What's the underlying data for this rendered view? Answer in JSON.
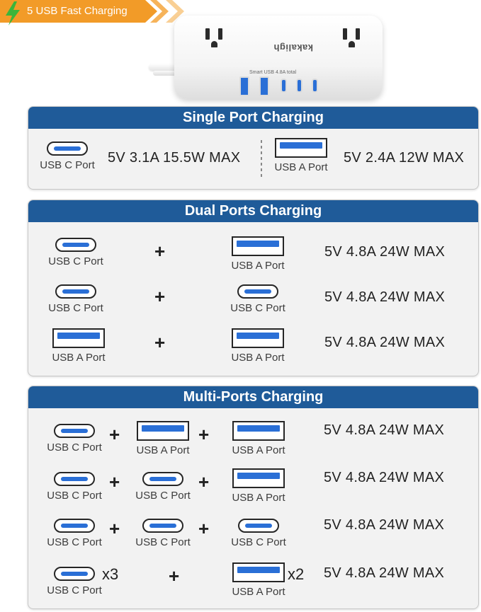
{
  "banner": {
    "text": "5 USB Fast Charging",
    "colors": {
      "primary": "#f29b28",
      "bolt": "#3bb53a"
    }
  },
  "product": {
    "brand": "kakaligh",
    "port_panel_label": "Smart USB 4.8A total",
    "port_labels": [
      "USB C",
      "USB C",
      "USB C"
    ]
  },
  "colors": {
    "header": "#1f5b99",
    "port_accent": "#2a6fd6",
    "panel_bg": "#f2f2f2"
  },
  "single": {
    "title": "Single Port Charging",
    "items": [
      {
        "icon": "usb-c-port-icon",
        "label": "USB C Port",
        "spec": "5V 3.1A 15.5W MAX"
      },
      {
        "icon": "usb-a-port-icon",
        "label": "USB A Port",
        "spec": "5V 2.4A 12W MAX"
      }
    ]
  },
  "dual": {
    "title": "Dual Ports Charging",
    "rows": [
      {
        "left": "USB C Port",
        "right": "USB A Port",
        "plus": "+",
        "spec": "5V 4.8A 24W MAX"
      },
      {
        "left": "USB C Port",
        "right": "USB C Port",
        "plus": "+",
        "spec": "5V 4.8A 24W MAX"
      },
      {
        "left": "USB A Port",
        "right": "USB A Port",
        "plus": "+",
        "spec": "5V 4.8A 24W MAX"
      }
    ]
  },
  "multi": {
    "title": "Multi-Ports Charging",
    "rows": [
      {
        "ports": [
          "USB C Port",
          "USB A Port",
          "USB A Port"
        ],
        "plus": "+",
        "spec": "5V 4.8A 24W MAX"
      },
      {
        "ports": [
          "USB C Port",
          "USB C Port",
          "USB A Port"
        ],
        "plus": "+",
        "spec": "5V 4.8A 24W MAX"
      },
      {
        "ports": [
          "USB C Port",
          "USB C Port",
          "USB C Port"
        ],
        "plus": "+",
        "spec": "5V 4.8A 24W MAX"
      },
      {
        "ports": [
          "USB C Port",
          "USB A Port"
        ],
        "plus": "+",
        "left_mult": "x3",
        "right_mult": "x2",
        "spec": "5V 4.8A 24W MAX"
      }
    ]
  }
}
